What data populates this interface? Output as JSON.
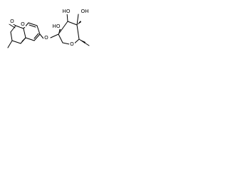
{
  "molecule": {
    "labels": {
      "carbonyl_o": "O",
      "ring_o_coumarin": "O",
      "ether_o": "O",
      "ring_o_sugar": "O",
      "oh_1": "HO",
      "oh_2": "HO",
      "oh_3": "OH"
    },
    "colors": {
      "bond": "#000000",
      "text": "#000000",
      "background": "#ffffff"
    }
  }
}
